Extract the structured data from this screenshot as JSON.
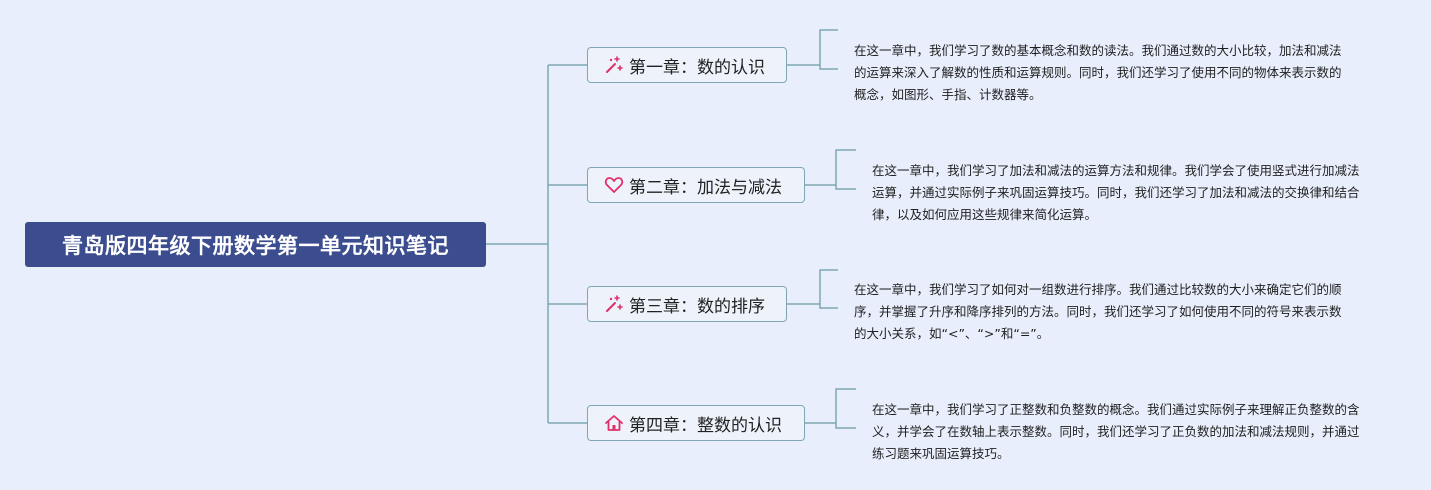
{
  "root": {
    "title": "青岛版四年级下册数学第一单元知识笔记"
  },
  "chapters": [
    {
      "title": "第一章：数的认识",
      "icon": "magic-wand-icon",
      "note": "在这一章中，我们学习了数的基本概念和数的读法。我们通过数的大小比较，加法和减法的运算来深入了解数的性质和运算规则。同时，我们还学习了使用不同的物体来表示数的概念，如图形、手指、计数器等。"
    },
    {
      "title": "第二章：加法与减法",
      "icon": "heart-icon",
      "note": "在这一章中，我们学习了加法和减法的运算方法和规律。我们学会了使用竖式进行加减法运算，并通过实际例子来巩固运算技巧。同时，我们还学习了加法和减法的交换律和结合律，以及如何应用这些规律来简化运算。"
    },
    {
      "title": "第三章：数的排序",
      "icon": "magic-wand-icon",
      "note": "在这一章中，我们学习了如何对一组数进行排序。我们通过比较数的大小来确定它们的顺序，并掌握了升序和降序排列的方法。同时，我们还学习了如何使用不同的符号来表示数的大小关系，如“<”、“>”和“=”。"
    },
    {
      "title": "第四章：整数的认识",
      "icon": "home-icon",
      "note": "在这一章中，我们学习了正整数和负整数的概念。我们通过实际例子来理解正负整数的含义，并学会了在数轴上表示整数。同时，我们还学习了正负数的加法和减法规则，并通过练习题来巩固运算技巧。"
    }
  ],
  "colors": {
    "background": "#e8eefb",
    "root_fill": "#3c4d8f",
    "connector": "#7fa7b3",
    "icon_accent": "#e0306a"
  }
}
